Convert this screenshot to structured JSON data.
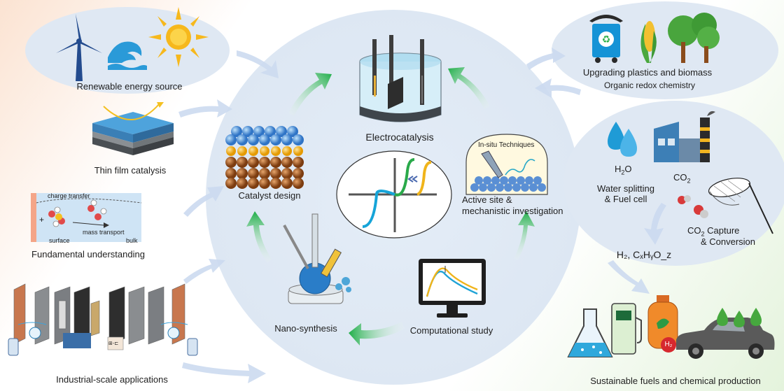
{
  "left": {
    "renewable": "Renewable energy source",
    "thin_film": "Thin film catalysis",
    "fundamental": "Fundamental understanding",
    "charge_transfer": "charge transfer",
    "mass_transport": "mass transport",
    "surface": "surface",
    "bulk": "bulk",
    "plus": "+",
    "industrial": "Industrial-scale applications",
    "ac_label": "⊞-⊏"
  },
  "center": {
    "electrocatalysis": "Electrocatalysis",
    "catalyst_design": "Catalyst design",
    "active_site_1": "Active site &",
    "active_site_2": "mechanistic investigation",
    "insitu": "In-situ Techniques",
    "nano_synthesis": "Nano-synthesis",
    "computational": "Computational study"
  },
  "right": {
    "upgrading": "Upgrading plastics and biomass",
    "organic": "Organic redox chemistry",
    "h2o": "H",
    "h2o_sub": "2",
    "h2o_o": "O",
    "co2": "CO",
    "co2_sub": "2",
    "water_1": "Water splitting",
    "water_2": "& Fuel cell",
    "capture_1a": "CO",
    "capture_1b": "2",
    "capture_1c": " Capture",
    "capture_2": "& Conversion",
    "product": "H₂, CₓHᵧO_z",
    "h2_badge": "H₂",
    "sustainable": "Sustainable fuels and chemical production"
  },
  "colors": {
    "blue_dark": "#22508f",
    "blue_light": "#3aa3dc",
    "gold": "#f4b622",
    "green": "#2eb04a",
    "brown": "#8b4a1c",
    "cyan": "#1fa3d6"
  }
}
